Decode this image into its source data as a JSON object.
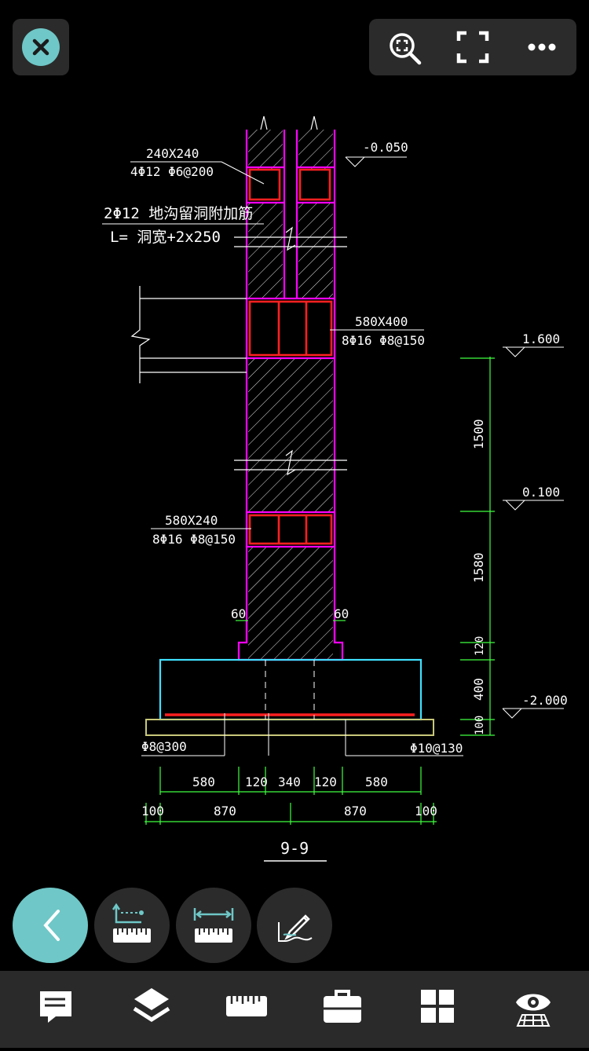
{
  "toolbar": {
    "close": "close",
    "zoom": "zoom-region",
    "fullscreen": "fullscreen",
    "more": "more"
  },
  "drawing": {
    "elev_top": "-0.050",
    "beam1_size": "240X240",
    "beam1_rebar": "4Φ12  Φ6@200",
    "note1": "2Φ12 地沟留洞附加筋",
    "note2": "L= 洞宽+2x250",
    "beam2_size": "580X400",
    "beam2_rebar": "8Φ16  Φ8@150",
    "beam3_size": "580X240",
    "beam3_rebar": "8Φ16  Φ8@150",
    "elev_1600": "1.600",
    "elev_0100": "0.100",
    "elev_m2000": "-2.000",
    "dim_1500": "1500",
    "dim_1580": "1580",
    "dim_120v": "120",
    "dim_400": "400",
    "dim_100v": "100",
    "step_left": "60",
    "step_right": "60",
    "rebar_left": "Φ8@300",
    "rebar_right": "Φ10@130",
    "dim_580a": "580",
    "dim_120a": "120",
    "dim_340": "340",
    "dim_120b": "120",
    "dim_580b": "580",
    "dim_100a": "100",
    "dim_870a": "870",
    "dim_870b": "870",
    "dim_100b": "100",
    "section": "9-9"
  },
  "fabs": [
    "back",
    "dimension-measure",
    "linear-measure",
    "annotate"
  ],
  "bottom_bar": [
    "comments",
    "layers",
    "measure",
    "toolbox",
    "layout",
    "view-3d"
  ],
  "colors": {
    "accent": "#6fc7c7",
    "panel": "#2b2b2b",
    "magenta": "#ff00ff",
    "red": "#ff2020",
    "green": "#40ff40",
    "cyan": "#40e0ff"
  }
}
